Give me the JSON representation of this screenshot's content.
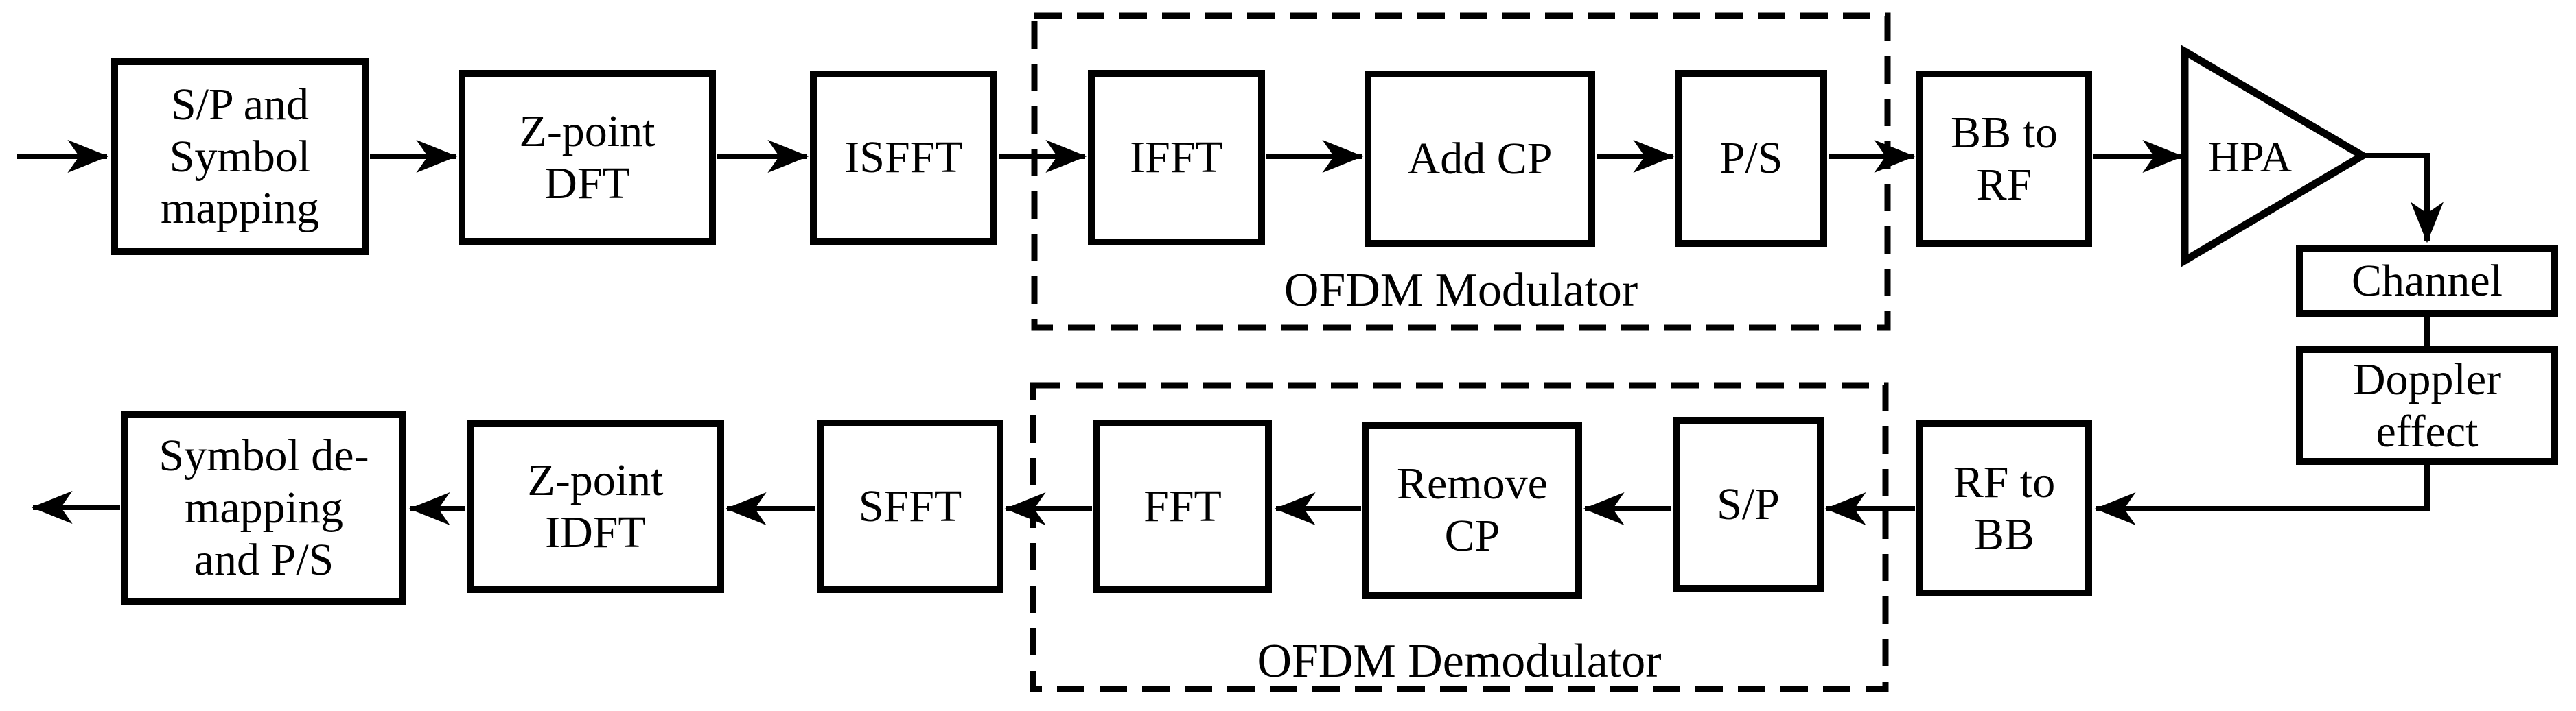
{
  "colors": {
    "ink": "#000000",
    "background": "#ffffff"
  },
  "diagram": {
    "blocks": {
      "sp_symbol_mapping": "S/P and\nSymbol\nmapping",
      "z_point_dft": "Z-point\nDFT",
      "isfft": "ISFFT",
      "ifft": "IFFT",
      "add_cp": "Add CP",
      "p_s": "P/S",
      "bb_to_rf": "BB to\nRF",
      "hpa": "HPA",
      "channel": "Channel",
      "doppler_effect": "Doppler\neffect",
      "rf_to_bb": "RF to\nBB",
      "s_p": "S/P",
      "remove_cp": "Remove\nCP",
      "fft": "FFT",
      "sfft": "SFFT",
      "z_point_idft": "Z-point\nIDFT",
      "symbol_demapping_ps": "Symbol de-\nmapping\nand P/S"
    },
    "groups": {
      "ofdm_modulator": "OFDM Modulator",
      "ofdm_demodulator": "OFDM Demodulator"
    }
  }
}
